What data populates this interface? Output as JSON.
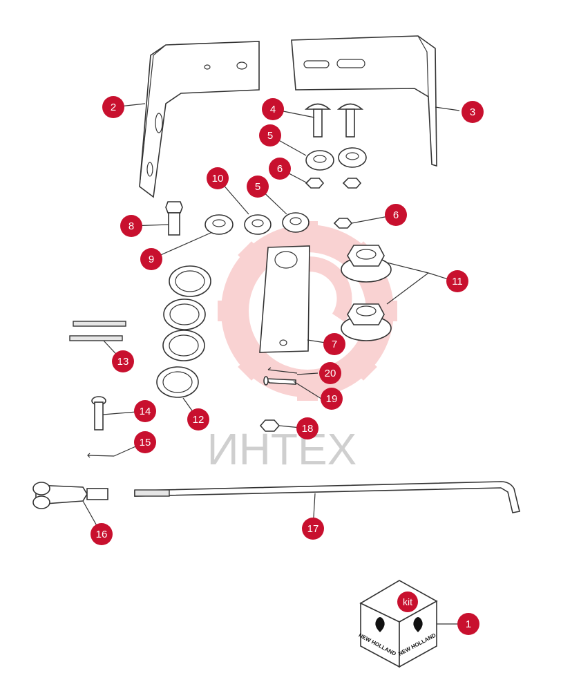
{
  "watermark": {
    "text": "ИНТЕХ",
    "color": "#f2a0a0"
  },
  "callout_color": "#c8102e",
  "callouts": [
    "1",
    "2",
    "3",
    "4",
    "5",
    "6",
    "6",
    "5",
    "7",
    "8",
    "9",
    "10",
    "11",
    "12",
    "13",
    "14",
    "15",
    "16",
    "17",
    "18",
    "19",
    "20"
  ],
  "kit_box": {
    "label": "kit",
    "brand": "NEW HOLLAND"
  }
}
